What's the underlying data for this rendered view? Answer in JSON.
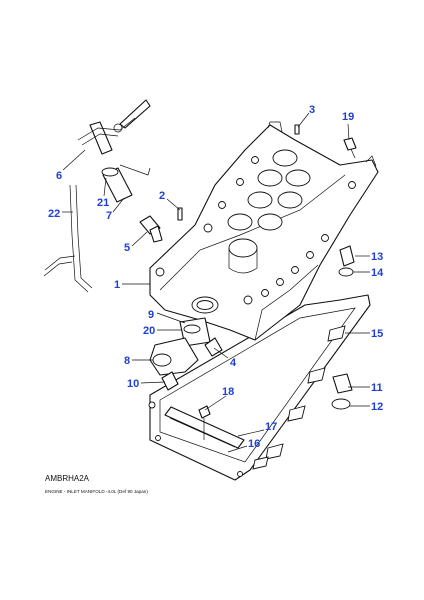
{
  "diagram": {
    "code": "AMBRHA2A",
    "caption": "ENGINE - INLET MANIFOLD -4.0L (Def 90 Japan)",
    "callout_color": "#1f3fd6"
  },
  "callouts": [
    {
      "id": "3",
      "label": "3"
    },
    {
      "id": "19",
      "label": "19"
    },
    {
      "id": "6",
      "label": "6"
    },
    {
      "id": "21",
      "label": "21"
    },
    {
      "id": "7",
      "label": "7"
    },
    {
      "id": "22",
      "label": "22"
    },
    {
      "id": "2",
      "label": "2"
    },
    {
      "id": "5",
      "label": "5"
    },
    {
      "id": "1",
      "label": "1"
    },
    {
      "id": "13",
      "label": "13"
    },
    {
      "id": "14",
      "label": "14"
    },
    {
      "id": "9",
      "label": "9"
    },
    {
      "id": "20",
      "label": "20"
    },
    {
      "id": "15",
      "label": "15"
    },
    {
      "id": "8",
      "label": "8"
    },
    {
      "id": "4",
      "label": "4"
    },
    {
      "id": "10",
      "label": "10"
    },
    {
      "id": "11",
      "label": "11"
    },
    {
      "id": "18",
      "label": "18"
    },
    {
      "id": "12",
      "label": "12"
    },
    {
      "id": "17",
      "label": "17"
    },
    {
      "id": "16",
      "label": "16"
    }
  ]
}
